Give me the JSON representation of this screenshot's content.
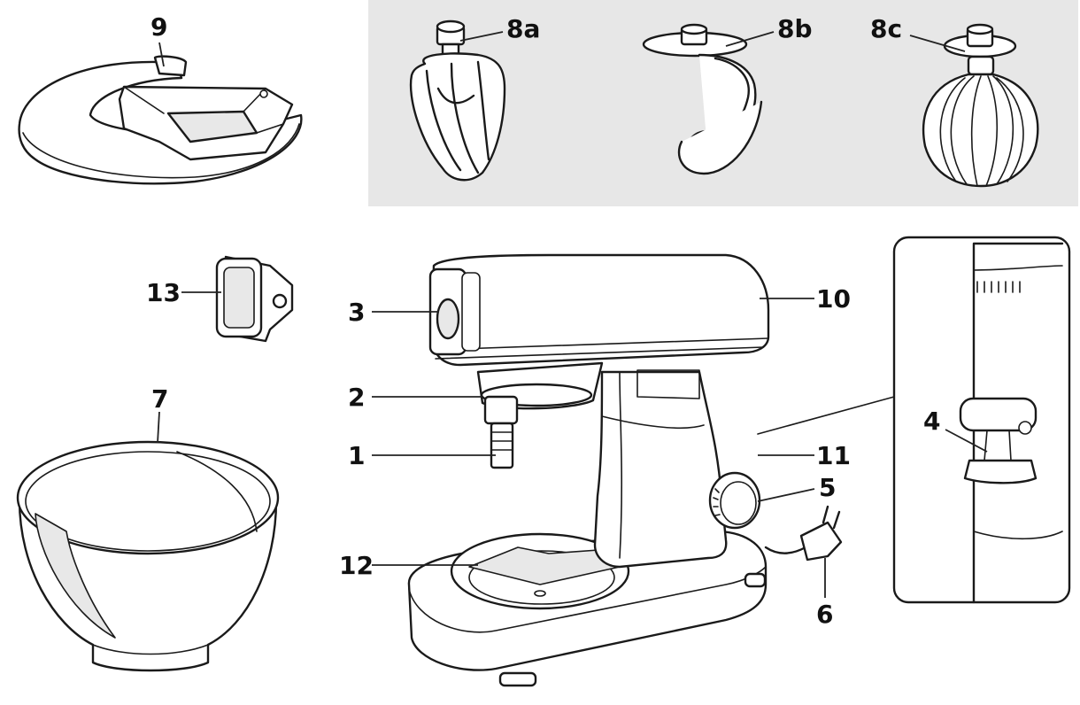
{
  "labels": {
    "part_1": "1",
    "part_2": "2",
    "part_3": "3",
    "part_4": "4",
    "part_5": "5",
    "part_6": "6",
    "part_7": "7",
    "part_8a": "8a",
    "part_8b": "8b",
    "part_8c": "8c",
    "part_9": "9",
    "part_10": "10",
    "part_11": "11",
    "part_12": "12",
    "part_13": "13"
  },
  "colors": {
    "attachment_panel": "#e7e7e7",
    "line": "#1a1a1a",
    "shade": "#e8e8e8"
  }
}
